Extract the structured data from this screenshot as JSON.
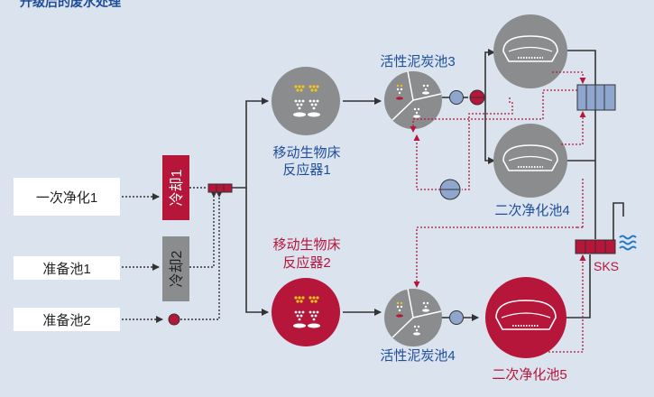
{
  "header": {
    "title": "升级后的废水处理"
  },
  "colors": {
    "background": "#dbe3ee",
    "blue_text": "#1f4e9a",
    "red_text": "#b5163a",
    "red_fill": "#b5163a",
    "gray_fill": "#8a8c8e",
    "dark_line": "#333333",
    "blue_accent": "#1f77c8"
  },
  "sources": [
    {
      "label": "一次净化1"
    },
    {
      "label": "准备池1"
    },
    {
      "label": "准备池2"
    }
  ],
  "coolers": [
    {
      "label": "冷却1"
    },
    {
      "label": "冷却2"
    }
  ],
  "reactors": [
    {
      "label_line1": "移动生物床",
      "label_line2": "反应器1"
    },
    {
      "label_line1": "移动生物床",
      "label_line2": "反应器2"
    }
  ],
  "carbon_tanks": [
    {
      "label": "活性泥炭池3"
    },
    {
      "label": "活性泥炭池4"
    }
  ],
  "clarifiers": [
    {
      "label": ""
    },
    {
      "label": "二次净化池4"
    },
    {
      "label": "二次净化池5"
    }
  ],
  "outlet": {
    "label": "SKS"
  }
}
